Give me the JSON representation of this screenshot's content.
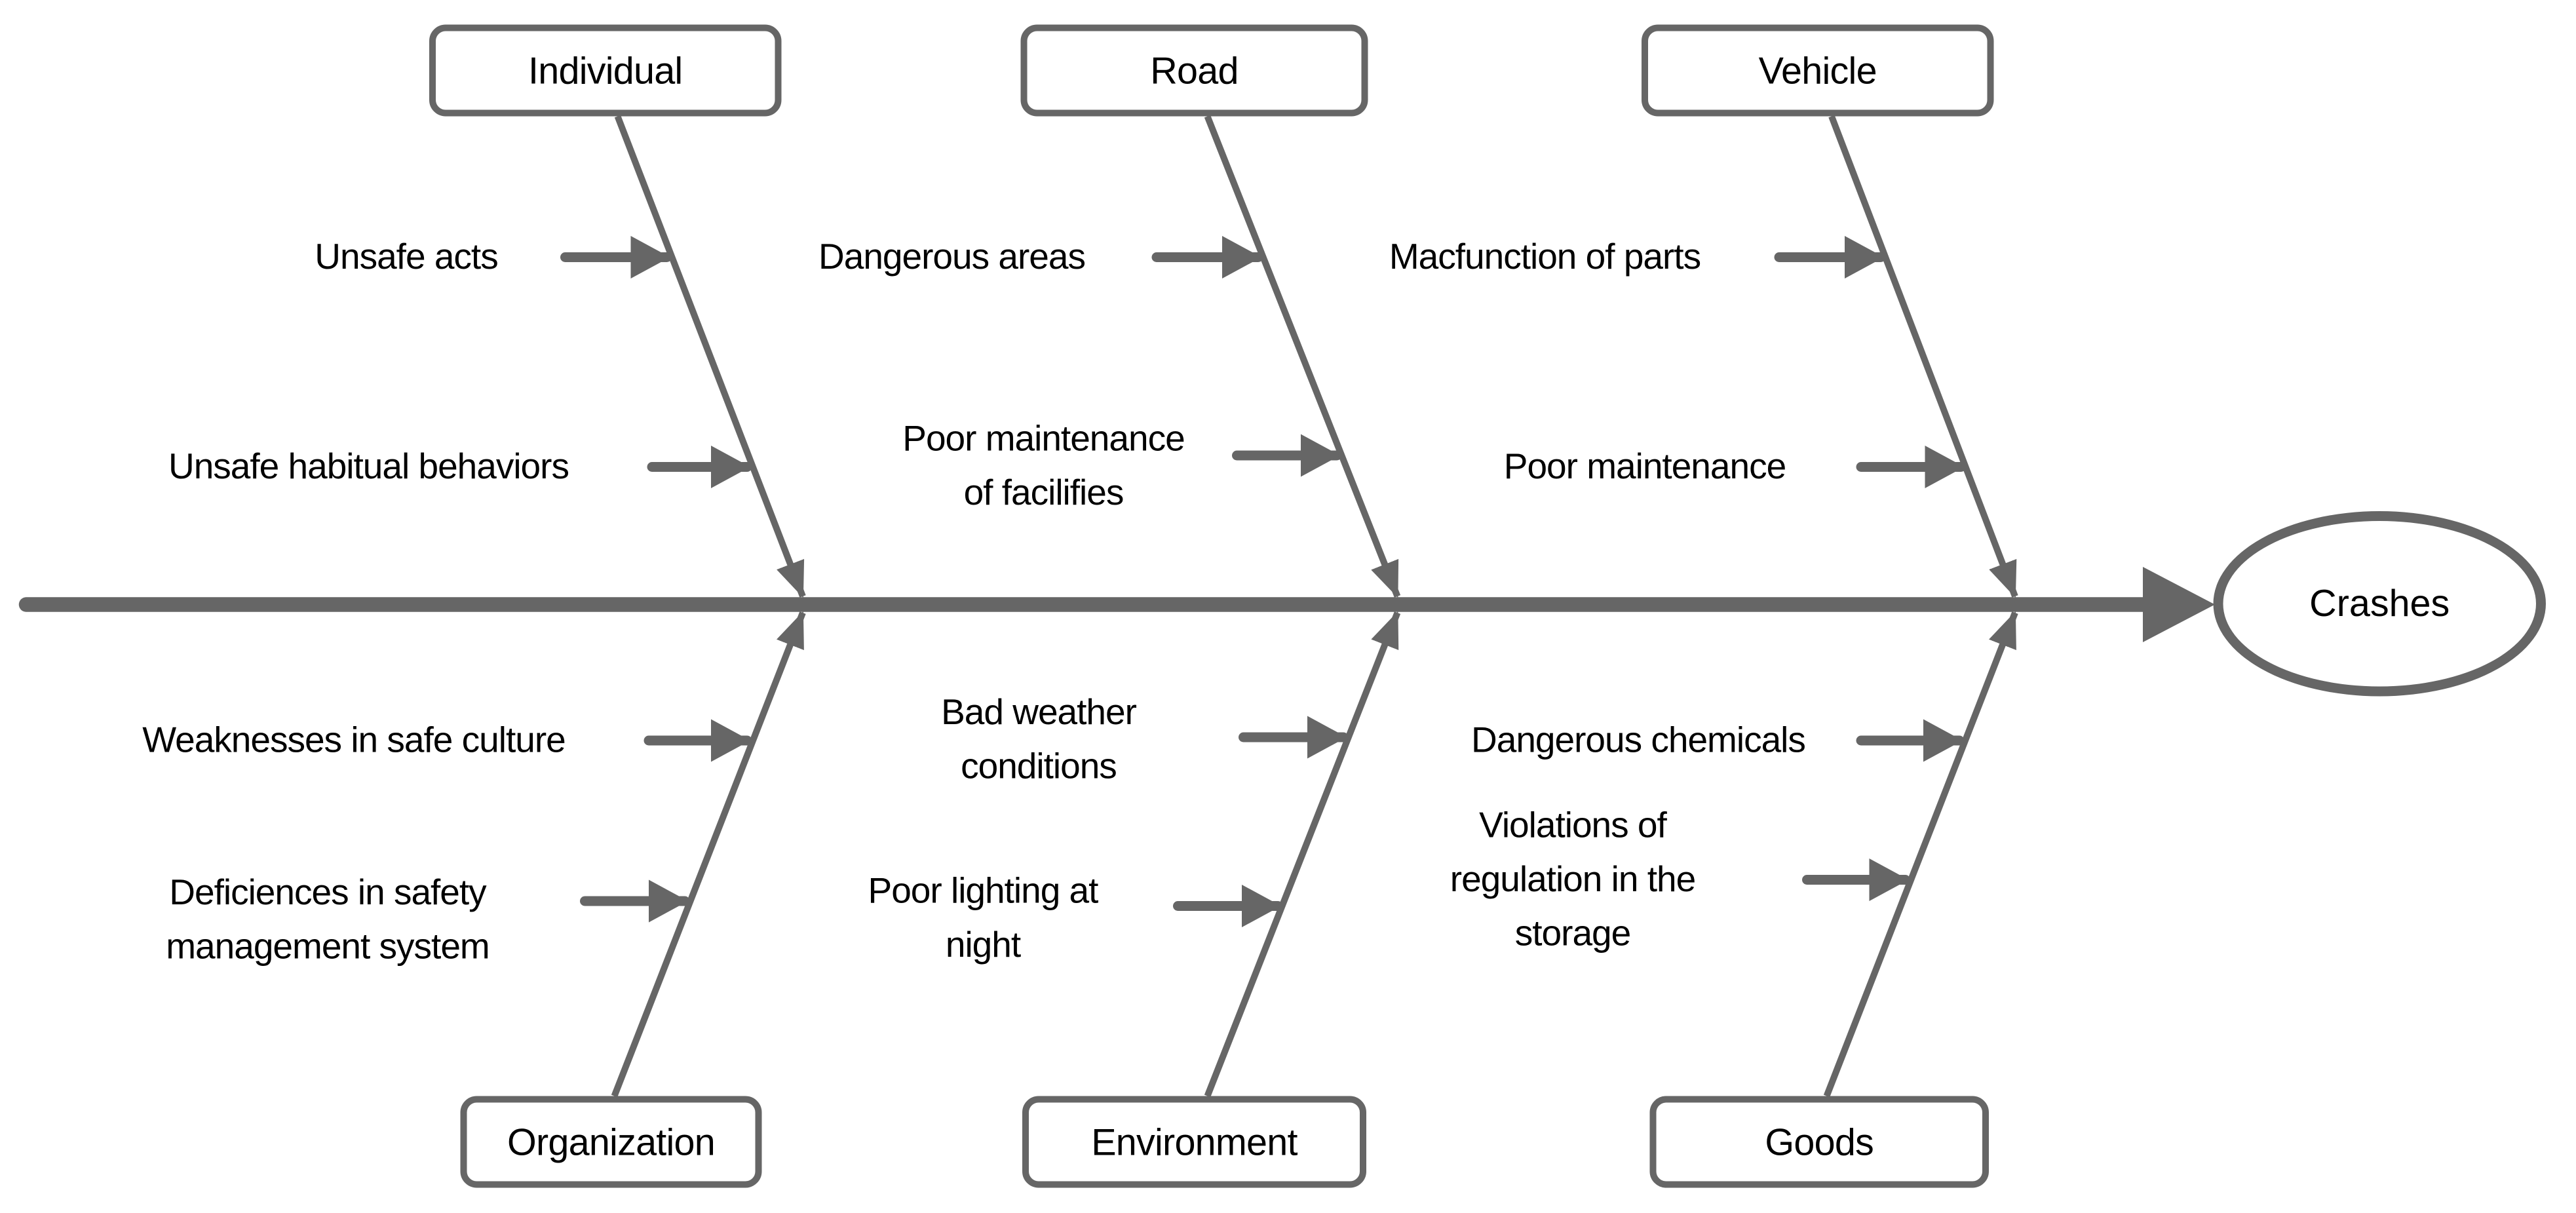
{
  "diagram": {
    "type": "fishbone-cause-effect",
    "colors": {
      "line": "#666666",
      "text": "#000000",
      "background": "#ffffff"
    },
    "effect": {
      "label": "Crashes"
    },
    "categories": [
      {
        "id": "individual",
        "label": "Individual",
        "position": "top",
        "causes": [
          {
            "text": "Unsafe acts",
            "lines": [
              "Unsafe acts"
            ]
          },
          {
            "text": "Unsafe habitual behaviors",
            "lines": [
              "Unsafe habitual behaviors"
            ]
          }
        ]
      },
      {
        "id": "road",
        "label": "Road",
        "position": "top",
        "causes": [
          {
            "text": "Dangerous areas",
            "lines": [
              "Dangerous areas"
            ]
          },
          {
            "text": "Poor maintenance of facilifies",
            "lines": [
              "Poor maintenance",
              "of facilifies"
            ]
          }
        ]
      },
      {
        "id": "vehicle",
        "label": "Vehicle",
        "position": "top",
        "causes": [
          {
            "text": "Macfunction of parts",
            "lines": [
              "Macfunction of parts"
            ]
          },
          {
            "text": "Poor maintenance",
            "lines": [
              "Poor maintenance"
            ]
          }
        ]
      },
      {
        "id": "organization",
        "label": "Organization",
        "position": "bottom",
        "causes": [
          {
            "text": "Weaknesses in safe culture",
            "lines": [
              "Weaknesses in safe culture"
            ]
          },
          {
            "text": "Deficiences in safety management system",
            "lines": [
              "Deficiences in safety",
              "management system"
            ]
          }
        ]
      },
      {
        "id": "environment",
        "label": "Environment",
        "position": "bottom",
        "causes": [
          {
            "text": "Bad weather conditions",
            "lines": [
              "Bad weather",
              "conditions"
            ]
          },
          {
            "text": "Poor lighting at night",
            "lines": [
              "Poor lighting at",
              "night"
            ]
          }
        ]
      },
      {
        "id": "goods",
        "label": "Goods",
        "position": "bottom",
        "causes": [
          {
            "text": "Dangerous chemicals",
            "lines": [
              "Dangerous chemicals"
            ]
          },
          {
            "text": "Violations of regulation in the storage",
            "lines": [
              "Violations of",
              "regulation in the",
              "storage"
            ]
          }
        ]
      }
    ]
  }
}
